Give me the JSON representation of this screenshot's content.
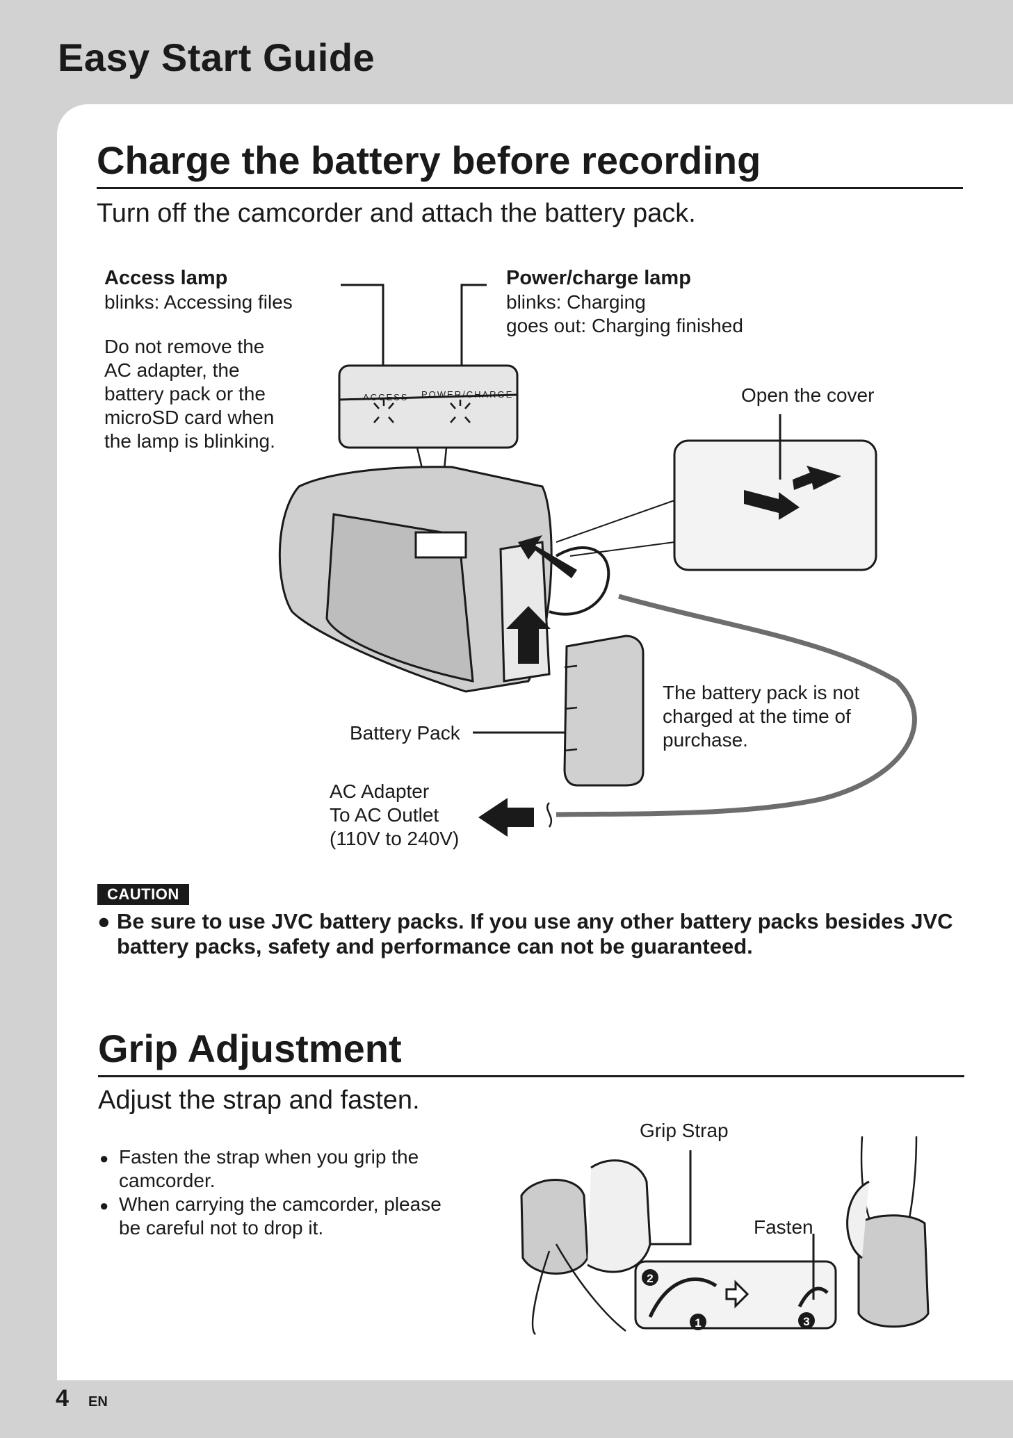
{
  "page": {
    "guide_title": "Easy Start Guide",
    "number": "4",
    "lang": "EN"
  },
  "charge": {
    "title": "Charge the battery before recording",
    "lead": "Turn off the camcorder and attach the battery pack.",
    "access_lamp": {
      "title": "Access lamp",
      "text": "blinks: Accessing files",
      "warning": "Do not remove the\nAC adapter, the\nbattery pack or the\nmicroSD card when\nthe lamp is blinking."
    },
    "power_lamp": {
      "title": "Power/charge lamp",
      "text": "blinks: Charging\ngoes out: Charging finished"
    },
    "panel_labels": {
      "access": "ACCESS",
      "power": "POWER/CHARGE"
    },
    "open_cover": "Open the cover",
    "battery_pack": "Battery Pack",
    "battery_note": "The battery pack is not\ncharged at the time of\npurchase.",
    "ac_adapter": "AC Adapter\nTo AC Outlet\n(110V to 240V)"
  },
  "caution": {
    "badge": "CAUTION",
    "text": "Be sure to use JVC battery packs. If you use any other battery packs besides JVC battery packs, safety and performance can not be guaranteed."
  },
  "grip": {
    "title": "Grip Adjustment",
    "lead": "Adjust the strap and fasten.",
    "bullets": [
      "Fasten the strap when you grip the camcorder.",
      "When carrying the camcorder, please be careful not to drop it."
    ],
    "grip_strap": "Grip Strap",
    "fasten": "Fasten",
    "steps": [
      "2",
      "1",
      "3"
    ]
  }
}
